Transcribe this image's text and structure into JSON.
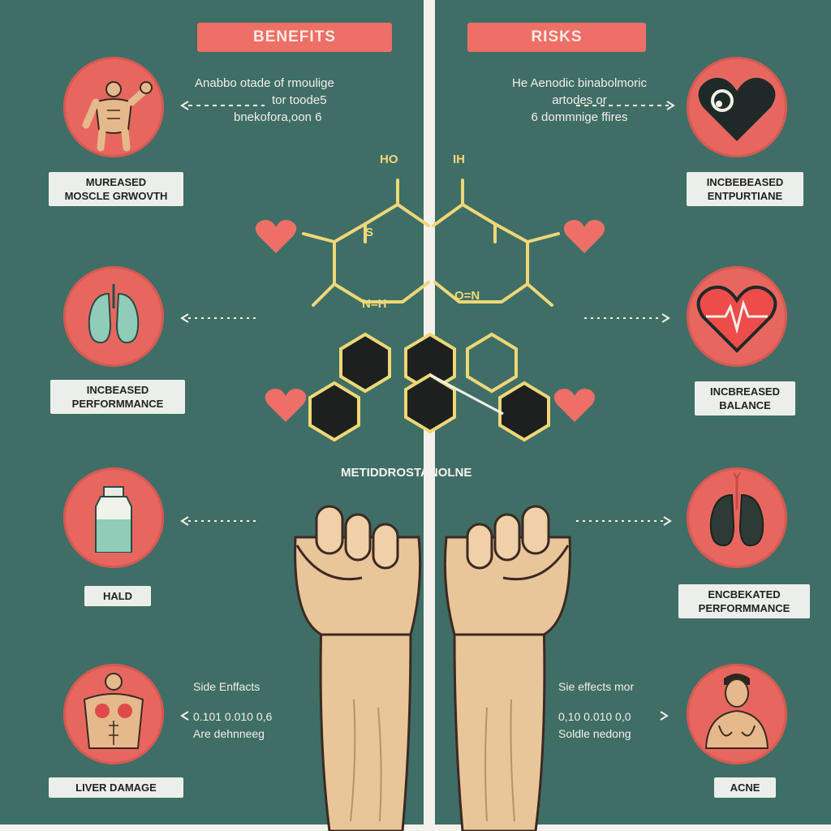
{
  "headers": {
    "benefits": "BENEFITS",
    "risks": "RISKS"
  },
  "center": {
    "molecule_name": "METIDDROSTANOLNE",
    "atoms": {
      "ho": "HO",
      "ih": "IH",
      "s": "S",
      "n_eq_h": "N=H",
      "o_eq_n": "O=N"
    }
  },
  "left": [
    {
      "icon": "muscular-man-icon",
      "label_lines": [
        "MUREASED",
        "MOSCLE GRWOVTH"
      ],
      "note_lines": [
        "Anabbo otade of rmoulige",
        "tor toode5",
        "bnekofora,oon 6"
      ]
    },
    {
      "icon": "lungs-icon",
      "label_lines": [
        "INCBEASED",
        "PERFORMMANCE"
      ],
      "note_lines": []
    },
    {
      "icon": "bottle-icon",
      "label_lines": [
        "HALD"
      ],
      "note_lines": []
    },
    {
      "icon": "torso-icon",
      "label_lines": [
        "LIVER DAMAGE"
      ],
      "note_lines": [
        "Side Enffacts",
        "0.101 0.010 0,6",
        "Are dehnneeg"
      ]
    }
  ],
  "right": [
    {
      "icon": "heart-icon",
      "label_lines": [
        "INCBEBEASED",
        "ENTPURTIANE"
      ],
      "note_lines": [
        "He Aenodic binabolmoric",
        "artodes or",
        "6 dommnige ffires"
      ]
    },
    {
      "icon": "heartbeat-icon",
      "label_lines": [
        "INCBREASED",
        "BALANCE"
      ],
      "note_lines": []
    },
    {
      "icon": "lungs-dark-icon",
      "label_lines": [
        "ENCBEKATED",
        "PERFORMMANCE"
      ],
      "note_lines": []
    },
    {
      "icon": "man-portrait-icon",
      "label_lines": [
        "ACNE"
      ],
      "note_lines": [
        "Sie effects mor",
        "0,10 0.010 0,0",
        "Soldle nedong"
      ]
    }
  ],
  "colors": {
    "panel": "#3f6e67",
    "accent": "#ee6f66",
    "circle": "#e7675f",
    "label_bg": "#ecefe9",
    "chem": "#f0d776"
  }
}
